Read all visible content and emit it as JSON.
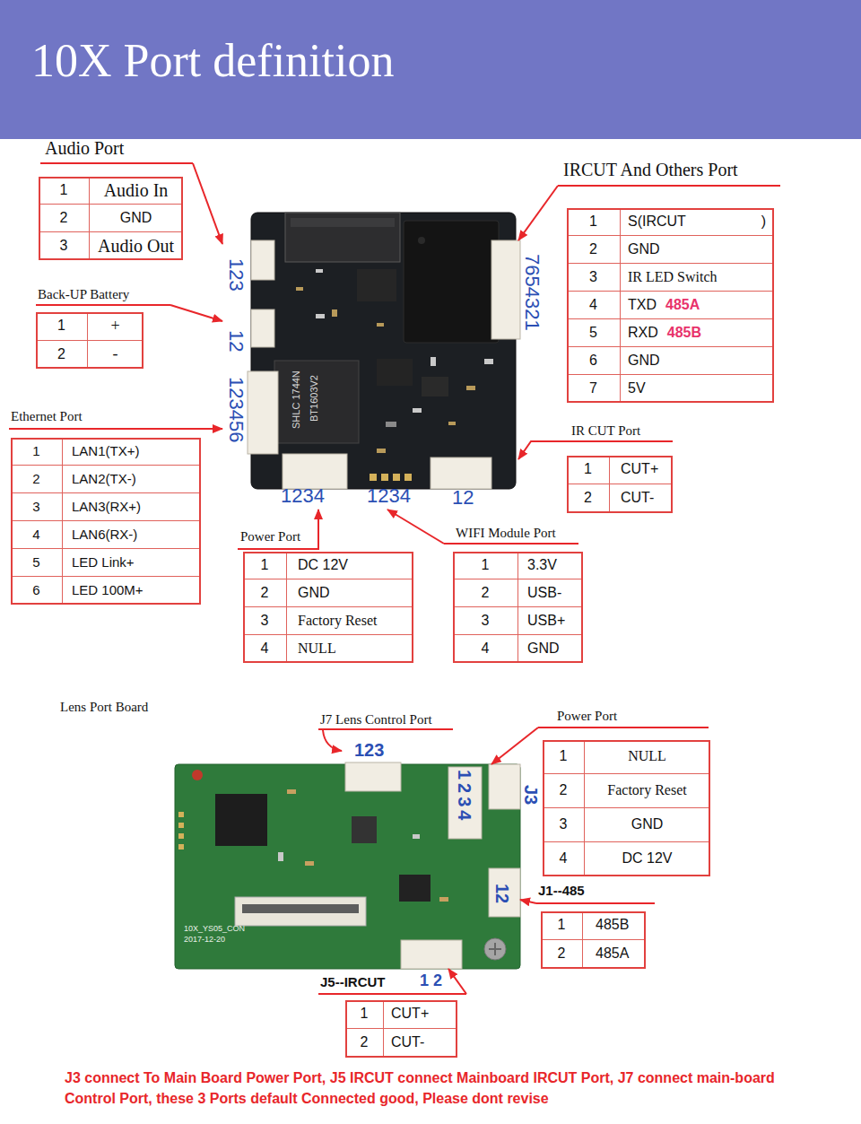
{
  "diagram": {
    "title": "10X Port definition",
    "caption": "J3 connect To Main Board Power Port, J5 IRCUT connect Mainboard IRCUT Port, J7 connect main-board Control Port, these 3 Ports default Connected good, Please dont revise",
    "nodes": [
      {
        "text": [
          "Audio Port",
          "1",
          "Audio In",
          "2",
          "GND",
          "3",
          "Audio Out"
        ]
      },
      {
        "text": [
          "IRCUT And Others Port",
          "1",
          "S(IRCUT",
          ")",
          "2",
          "GND",
          "3",
          "IR LED Switch",
          "4",
          "TXD",
          "485A",
          "5",
          "RXD",
          "485B",
          "6",
          "GND",
          "7",
          "5V"
        ]
      },
      {
        "text": [
          "Back-UP Battery",
          "1",
          "+",
          "2",
          "-"
        ]
      },
      {
        "text": [
          "123",
          "12",
          "123456",
          "7654321",
          "1234",
          "1234",
          "12",
          "SHLC 1744N",
          "BT1603V2"
        ]
      },
      {
        "text": [
          "Ethernet Port",
          "1",
          "LAN1(TX+)",
          "2",
          "LAN2(TX-)",
          "3",
          "LAN3(RX+)",
          "4",
          "LAN6(RX-)",
          "5",
          "LED Link+",
          "6",
          "LED 100M+"
        ]
      },
      {
        "text": [
          "IR CUT Port",
          "1",
          "CUT+",
          "2",
          "CUT-"
        ]
      },
      {
        "text": [
          "Power Port",
          "1",
          "DC 12V",
          "2",
          "GND",
          "3",
          "Factory Reset",
          "4",
          "NULL"
        ]
      },
      {
        "text": [
          "WIFI Module Port",
          "1",
          "3.3V",
          "2",
          "USB-",
          "3",
          "USB+",
          "4",
          "GND"
        ]
      },
      {
        "text": [
          "123",
          "1234",
          "J3",
          "12",
          "1 2",
          "10X_YS05_CON",
          "2017-12-20"
        ]
      },
      {
        "text": [
          "Power Port",
          "1",
          "NULL",
          "2",
          "Factory Reset",
          "3",
          "GND",
          "4",
          "DC 12V"
        ]
      },
      {
        "text": [
          "J1--485",
          "1",
          "485B",
          "2",
          "485A"
        ]
      },
      {
        "text": [
          "J5--IRCUT",
          "1",
          "CUT+",
          "2",
          "CUT-"
        ]
      }
    ],
    "edges": [
      {
        "from": 0,
        "to": 3,
        "arrow": "to"
      },
      {
        "from": 1,
        "to": 3,
        "arrow": "to"
      },
      {
        "from": 2,
        "to": 3,
        "arrow": "to"
      },
      {
        "from": 4,
        "to": 3,
        "arrow": "to"
      },
      {
        "from": 5,
        "to": 3,
        "arrow": "to"
      },
      {
        "from": 6,
        "to": 3,
        "arrow": "to"
      },
      {
        "from": 7,
        "to": 3,
        "arrow": "to"
      },
      {
        "from": 9,
        "to": 8,
        "arrow": "to"
      },
      {
        "from": 10,
        "to": 8,
        "arrow": "to"
      },
      {
        "from": 11,
        "to": 8,
        "arrow": "to"
      }
    ],
    "labels": [
      "Lens Port Board",
      "J7 Lens Control Port"
    ]
  }
}
